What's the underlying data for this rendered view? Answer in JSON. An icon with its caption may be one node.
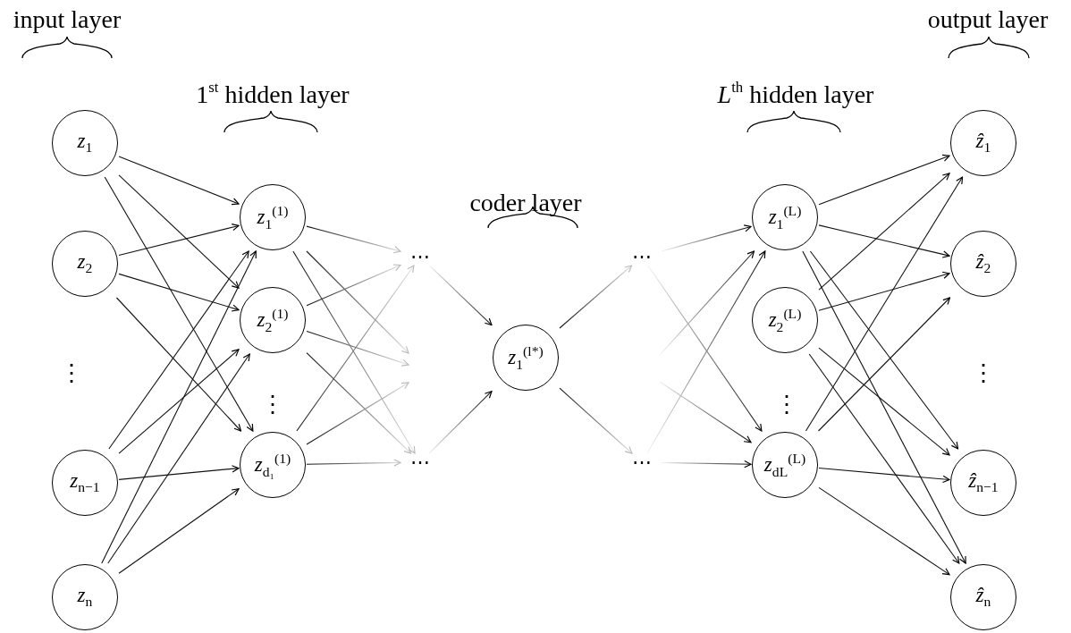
{
  "diagram": {
    "nodes": [
      {
        "text": [
          "*z*$_{1}$"
        ]
      },
      {
        "text": [
          "*z*$_{2}$"
        ]
      },
      {
        "text": [
          "*z*$_{n−1}$"
        ]
      },
      {
        "text": [
          "*z*$_{n}$"
        ]
      },
      {
        "text": [
          "*z*$_{1}$$^{(1)}$"
        ]
      },
      {
        "text": [
          "*z*$_{2}$$^{(1)}$"
        ]
      },
      {
        "text": [
          "*z*$_{d₁}$$^{(1)}$"
        ]
      },
      {
        "text": [
          "⋯"
        ]
      },
      {
        "text": [
          "⋯"
        ]
      },
      {
        "text": [
          "*z*$_{1}$$^{(l*)}$"
        ]
      },
      {
        "text": [
          "⋯"
        ]
      },
      {
        "text": [
          "⋯"
        ]
      },
      {
        "text": [
          "*z*$_{1}$$^{(L)}$"
        ]
      },
      {
        "text": [
          "*z*$_{2}$$^{(L)}$"
        ]
      },
      {
        "text": [
          "*z*$_{dL}$$^{(L)}$"
        ]
      },
      {
        "text": [
          "*ẑ*$_{1}$"
        ]
      },
      {
        "text": [
          "*ẑ*$_{2}$"
        ]
      },
      {
        "text": [
          "*ẑ*$_{n−1}$"
        ]
      },
      {
        "text": [
          "*ẑ*$_{n}$"
        ]
      }
    ],
    "edges": [
      {
        "from": 0,
        "to": 4,
        "arrow": "to"
      },
      {
        "from": 0,
        "to": 5,
        "arrow": "to"
      },
      {
        "from": 0,
        "to": 6,
        "arrow": "to"
      },
      {
        "from": 1,
        "to": 4,
        "arrow": "to"
      },
      {
        "from": 1,
        "to": 5,
        "arrow": "to"
      },
      {
        "from": 1,
        "to": 6,
        "arrow": "to"
      },
      {
        "from": 2,
        "to": 4,
        "arrow": "to"
      },
      {
        "from": 2,
        "to": 5,
        "arrow": "to"
      },
      {
        "from": 2,
        "to": 6,
        "arrow": "to"
      },
      {
        "from": 3,
        "to": 4,
        "arrow": "to"
      },
      {
        "from": 3,
        "to": 5,
        "arrow": "to"
      },
      {
        "from": 3,
        "to": 6,
        "arrow": "to"
      },
      {
        "from": 4,
        "to": 7,
        "arrow": "to"
      },
      {
        "from": 4,
        "to": null,
        "arrow": "to"
      },
      {
        "from": 4,
        "to": 8,
        "arrow": "to"
      },
      {
        "from": 5,
        "to": 7,
        "arrow": "to"
      },
      {
        "from": 5,
        "to": null,
        "arrow": "to"
      },
      {
        "from": 5,
        "to": 8,
        "arrow": "to"
      },
      {
        "from": 6,
        "to": 7,
        "arrow": "to"
      },
      {
        "from": 6,
        "to": null,
        "arrow": "to"
      },
      {
        "from": 6,
        "to": 8,
        "arrow": "to"
      },
      {
        "from": 7,
        "to": 9,
        "arrow": "to"
      },
      {
        "from": 8,
        "to": 9,
        "arrow": "to"
      },
      {
        "from": 9,
        "to": 10,
        "arrow": "to"
      },
      {
        "from": 9,
        "to": 11,
        "arrow": "to"
      },
      {
        "from": 10,
        "to": 12,
        "arrow": "to"
      },
      {
        "from": 10,
        "to": 14,
        "arrow": "to"
      },
      {
        "from": null,
        "to": 12,
        "arrow": "to"
      },
      {
        "from": null,
        "to": 14,
        "arrow": "to"
      },
      {
        "from": 11,
        "to": 12,
        "arrow": "to"
      },
      {
        "from": 11,
        "to": 14,
        "arrow": "to"
      },
      {
        "from": 12,
        "to": 15,
        "arrow": "to"
      },
      {
        "from": 12,
        "to": 16,
        "arrow": "to"
      },
      {
        "from": 12,
        "to": 17,
        "arrow": "to"
      },
      {
        "from": 12,
        "to": 18,
        "arrow": "to"
      },
      {
        "from": 13,
        "to": 15,
        "arrow": "to"
      },
      {
        "from": 13,
        "to": 16,
        "arrow": "to"
      },
      {
        "from": 13,
        "to": 17,
        "arrow": "to"
      },
      {
        "from": 13,
        "to": 18,
        "arrow": "to"
      },
      {
        "from": 14,
        "to": 15,
        "arrow": "to"
      },
      {
        "from": 14,
        "to": 16,
        "arrow": "to"
      },
      {
        "from": 14,
        "to": 17,
        "arrow": "to"
      },
      {
        "from": 14,
        "to": 18,
        "arrow": "to"
      }
    ],
    "labels": [
      "input layer",
      "1$^{st}$ hidden layer",
      "coder layer",
      "*L*$^{th}$ hidden layer",
      "output layer",
      "⋮",
      "⋮",
      "⋮",
      "⋮"
    ]
  }
}
